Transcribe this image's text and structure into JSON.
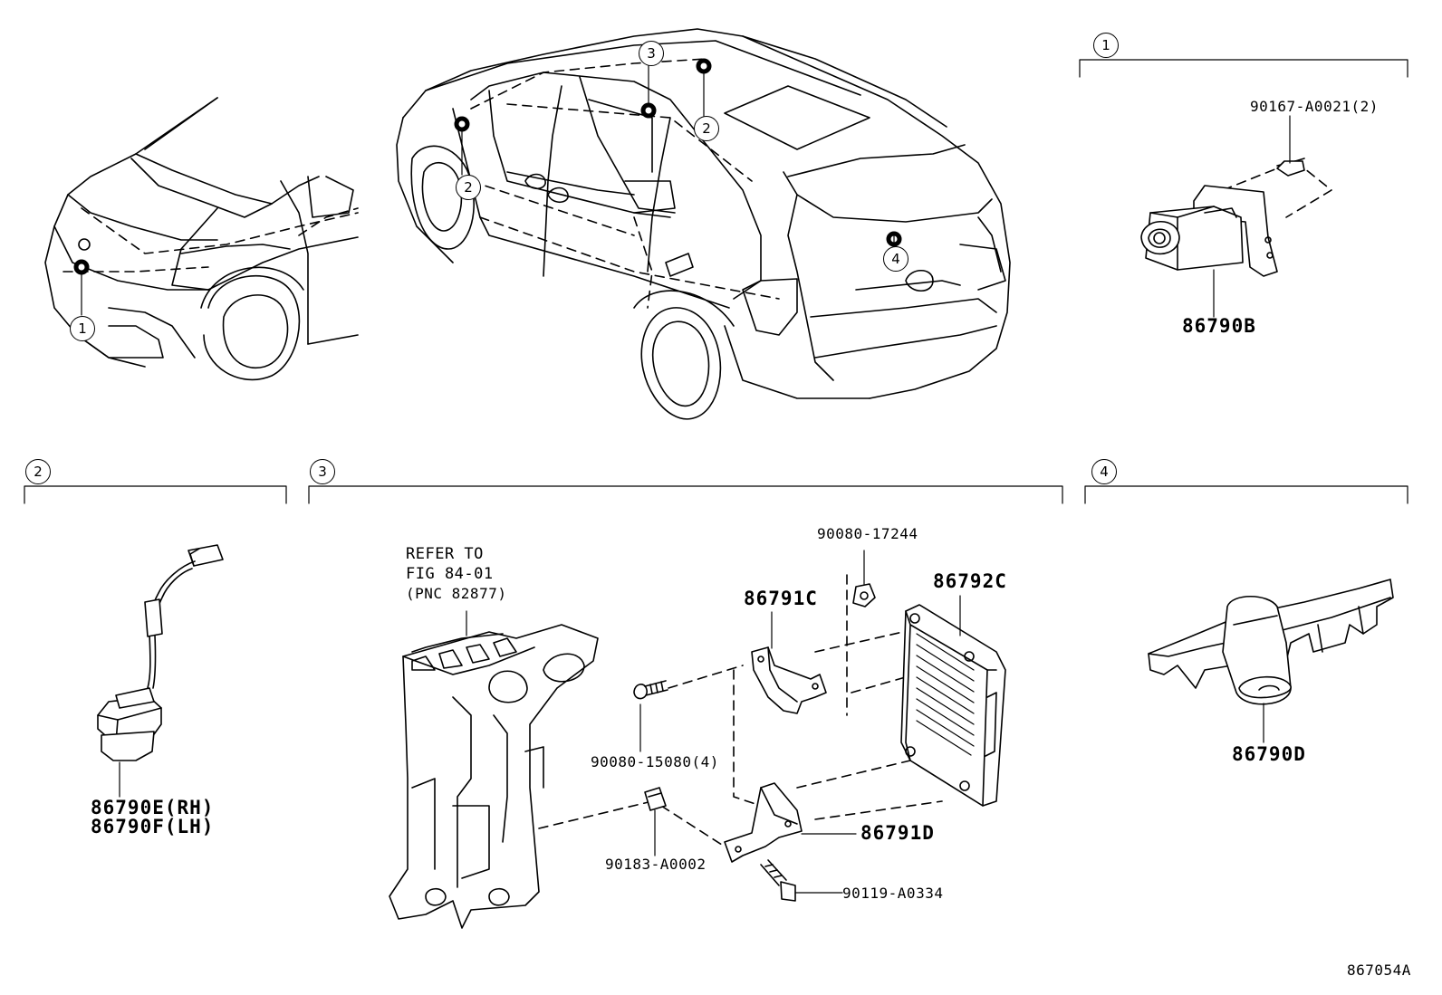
{
  "callouts": [
    "1",
    "2",
    "3",
    "4"
  ],
  "sections": {
    "s1": {
      "num": "1",
      "bolt": "90167-A0021(2)",
      "part": "86790B"
    },
    "s2": {
      "num": "2",
      "part_rh": "86790E(RH)",
      "part_lh": "86790F(LH)"
    },
    "s3": {
      "num": "3",
      "refer_line1": "REFER TO",
      "refer_line2": "FIG 84-01",
      "refer_line3": "(PNC 82877)",
      "nut": "90080-17244",
      "ecu": "86792C",
      "bracket_c": "86791C",
      "bracket_d": "86791D",
      "bolt_4": "90080-15080(4)",
      "clip": "90183-A0002",
      "bolt_d": "90119-A0334"
    },
    "s4": {
      "num": "4",
      "part": "86790D"
    }
  },
  "figure_id": "867054A"
}
